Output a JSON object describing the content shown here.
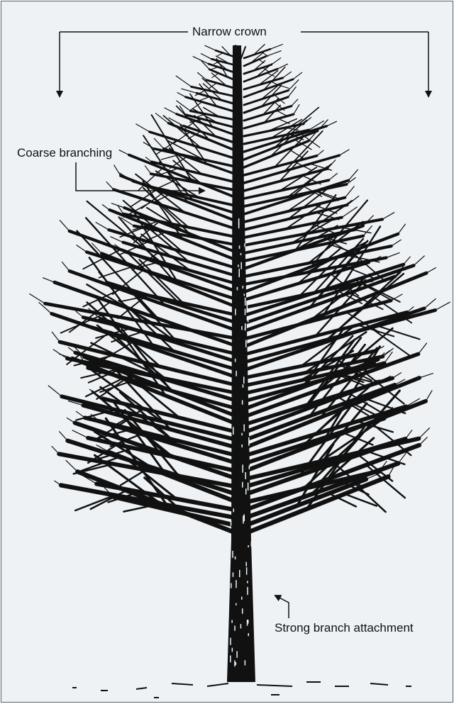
{
  "figure": {
    "background_color": "#eef2f5",
    "ink_color": "#111111",
    "callouts": {
      "crown": "Narrow crown",
      "branching": "Coarse branching",
      "attachment": "Strong branch attachment"
    },
    "icons": [
      "tree-illustration",
      "arrow-down-icon",
      "arrow-right-icon",
      "arrow-up-icon"
    ]
  }
}
